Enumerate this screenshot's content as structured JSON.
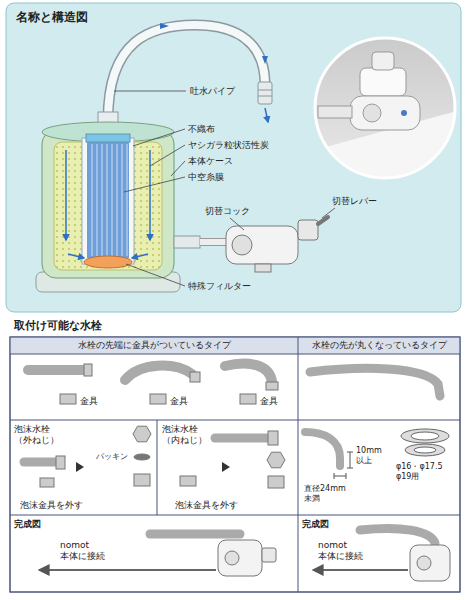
{
  "diagram": {
    "nodes": [
      {
        "text": [
          "名称と構造図"
        ]
      },
      {
        "text": [
          "取付け可能な水栓"
        ]
      }
    ],
    "labels": [
      "吐水パイプ",
      "不織布",
      "ヤシガラ粒状活性炭",
      "本体ケース",
      "中空糸膜",
      "特殊フィルター",
      "切替コック",
      "切替レバー",
      "水栓の先端に金具がついているタイプ",
      "水栓の先が丸くなっているタイプ",
      "金具",
      "金具",
      "金具",
      "泡沫水栓 （外ねじ）",
      "パッキン",
      "泡沫金具を外す",
      "泡沫水栓 （内ねじ）",
      "泡沫金具を外す",
      "10mm 以上",
      "直径24mm 未満",
      "φ16・φ17.5 φ19用",
      "完成図",
      "nomot 本体に接続",
      "完成図",
      "nomot 本体に接続"
    ]
  }
}
